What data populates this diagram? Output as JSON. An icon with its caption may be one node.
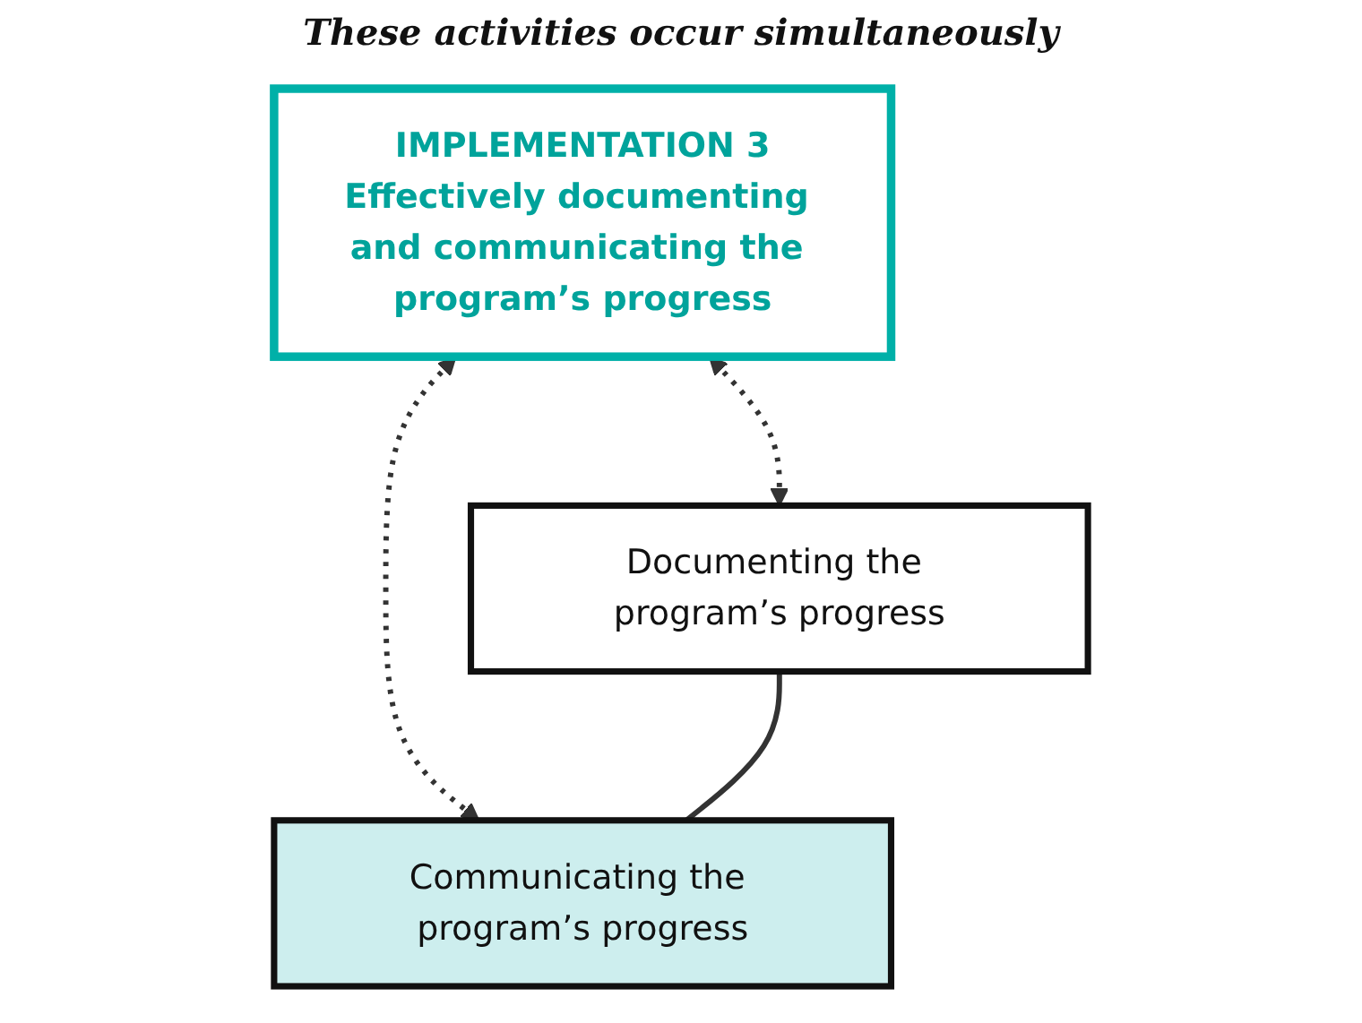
{
  "diagram": {
    "nodes": [
      {
        "text": [
          "IMPLEMENTATION 3",
          "Effectively documenting and communicating the program’s progress"
        ]
      },
      {
        "text": [
          "Documenting the program’s progress"
        ]
      },
      {
        "text": [
          "Communicating the program’s progress"
        ]
      }
    ],
    "edges": [
      {
        "from": 0,
        "to": 1,
        "arrow": "both",
        "style": "dashed"
      },
      {
        "from": 0,
        "to": 2,
        "arrow": "both",
        "style": "dashed"
      },
      {
        "from": 1,
        "to": 2,
        "arrow": "none"
      }
    ],
    "labels": [
      "These activities occur simultaneously"
    ]
  }
}
